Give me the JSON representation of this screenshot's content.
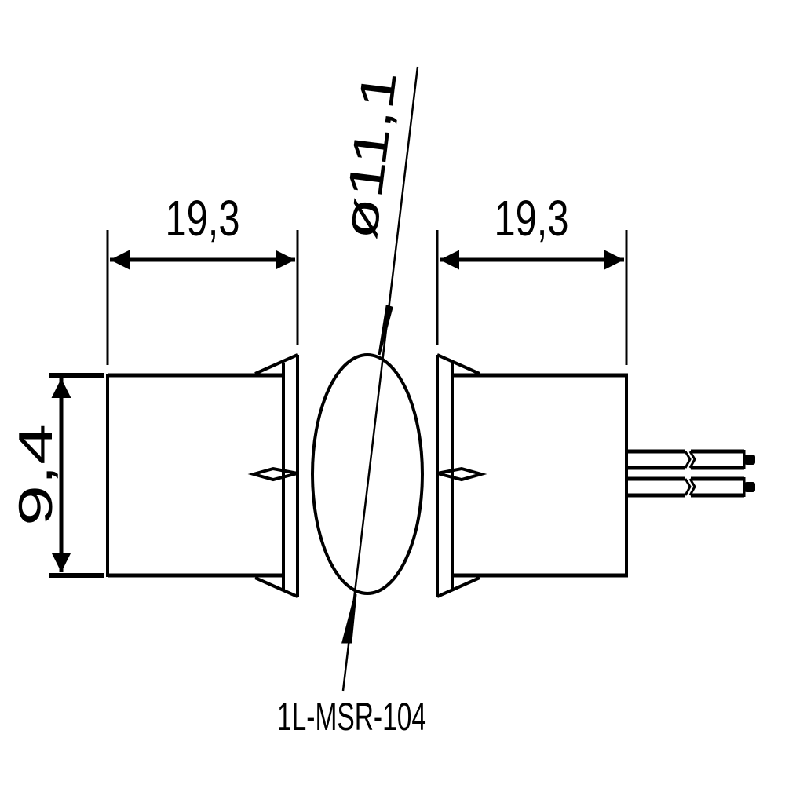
{
  "drawing": {
    "title": "Recessed magnetic contact technical drawing",
    "colors": {
      "line": "#000000",
      "background": "#ffffff"
    },
    "dimensions": {
      "left_length": "19,3",
      "right_length": "19,3",
      "diameter": "ø11,1",
      "height": "9,4"
    },
    "part_label": "1L-MSR-104",
    "components": [
      {
        "name": "magnet-housing",
        "side": "left"
      },
      {
        "name": "end-view-circle",
        "side": "center"
      },
      {
        "name": "switch-housing",
        "side": "right",
        "wires": 2
      }
    ]
  }
}
